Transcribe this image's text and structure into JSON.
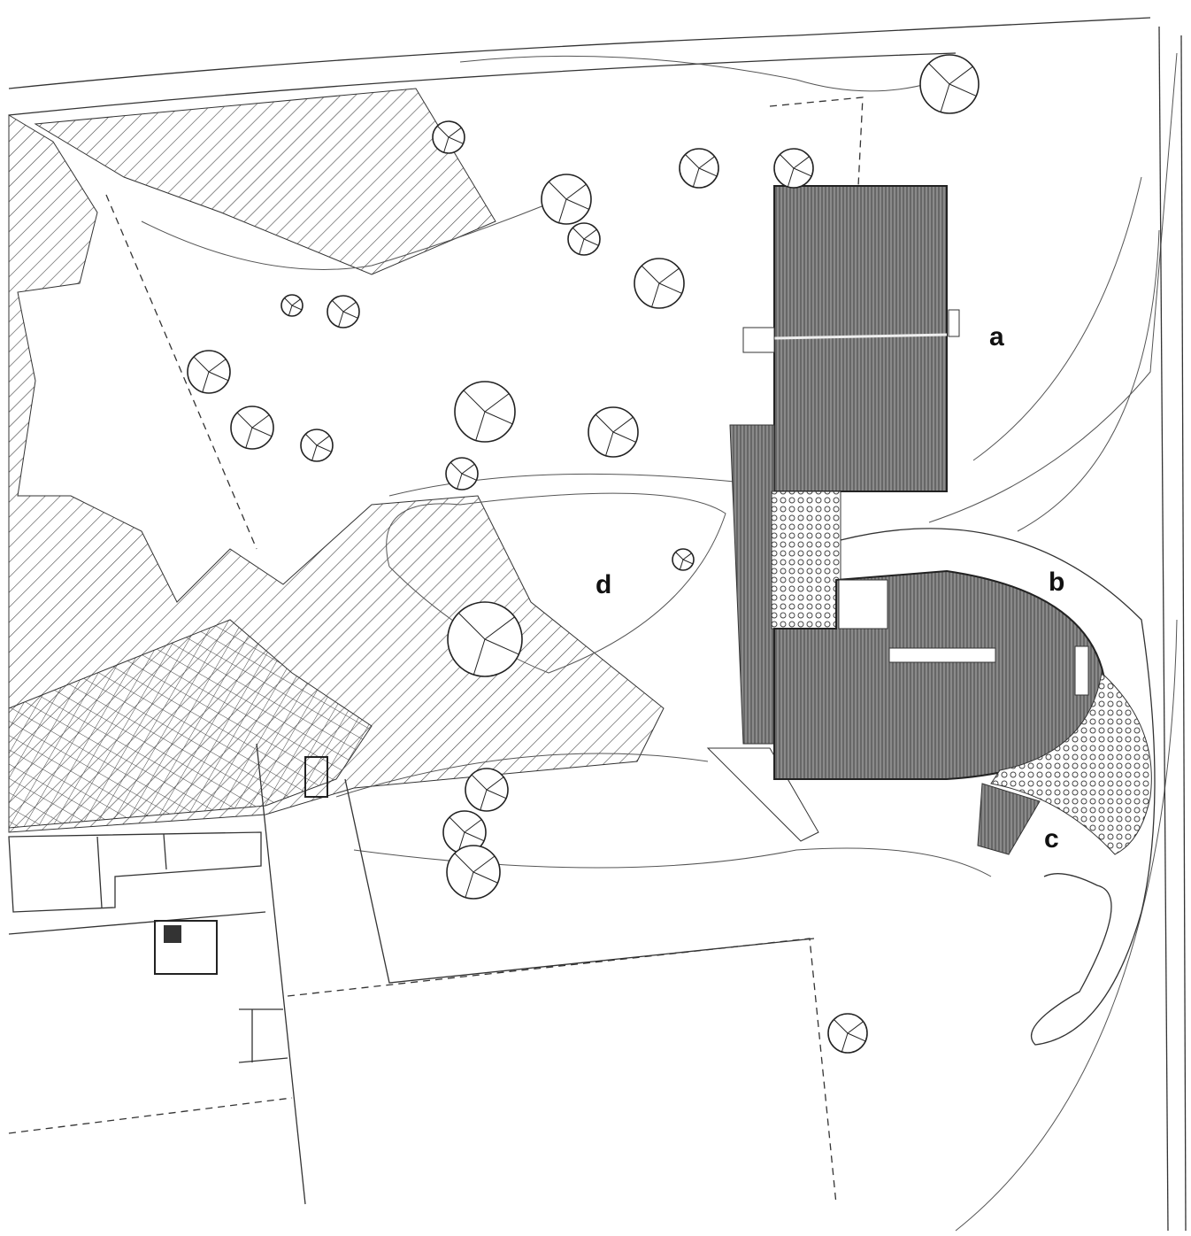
{
  "drawing": {
    "type": "site plan",
    "labels": {
      "a": "a",
      "b": "b",
      "c": "c",
      "d": "d"
    },
    "colors": {
      "line": "#333333",
      "building_fill": "#6f6f6f",
      "paper": "#ffffff"
    }
  }
}
